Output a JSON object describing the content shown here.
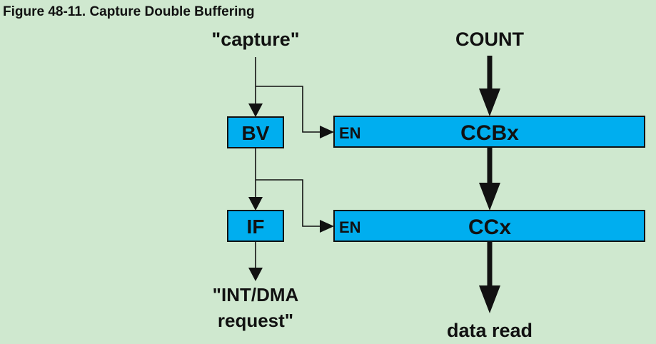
{
  "figure": {
    "title": "Figure 48-11.  Capture Double Buffering"
  },
  "labels": {
    "capture": "\"capture\"",
    "count": "COUNT",
    "bv": "BV",
    "if": "IF",
    "en_top": "EN",
    "en_bottom": "EN",
    "ccbx": "CCBx",
    "ccx": "CCx",
    "int_dma_line1": "\"INT/DMA",
    "int_dma_line2": "request\"",
    "data_read": "data read"
  },
  "colors": {
    "background": "#cfe8cf",
    "register_fill": "#00aeef",
    "stroke": "#111111"
  }
}
